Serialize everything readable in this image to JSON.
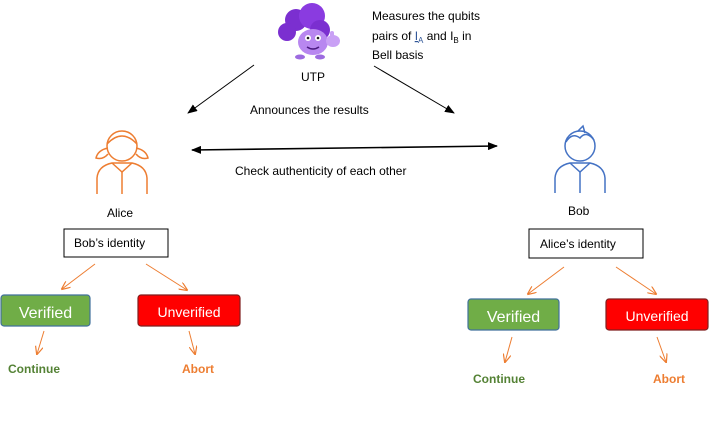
{
  "utp": {
    "label": "UTP",
    "icon": "purple-cloud-mascot-icon",
    "note_line1": "Measures the qubits",
    "note_line2_pre": "pairs of ",
    "note_line2_ia": "I",
    "note_line2_ia_sub": "A",
    "note_line2_mid": " and ",
    "note_line2_ib": "I",
    "note_line2_ib_sub": "B",
    "note_line2_post": " in",
    "note_line3": "Bell basis",
    "announce": "Announces the results"
  },
  "check_label": "Check authenticity of each other",
  "alice": {
    "name": "Alice",
    "identity_box": "Bob’s identity",
    "verified": "Verified",
    "unverified": "Unverified",
    "continue": "Continue",
    "abort": "Abort"
  },
  "bob": {
    "name": "Bob",
    "identity_box": "Alice’s identity",
    "verified": "Verified",
    "unverified": "Unverified",
    "continue": "Continue",
    "abort": "Abort"
  },
  "colors": {
    "alice_figure": "#ED7D31",
    "bob_figure": "#4472C4",
    "verified_fill": "#70AD47",
    "unverified_fill": "#FF0000",
    "continue_text": "#548235",
    "abort_text": "#ED7D31",
    "branch_arrow": "#ED7D31",
    "mascot": "#7B2FD0"
  }
}
